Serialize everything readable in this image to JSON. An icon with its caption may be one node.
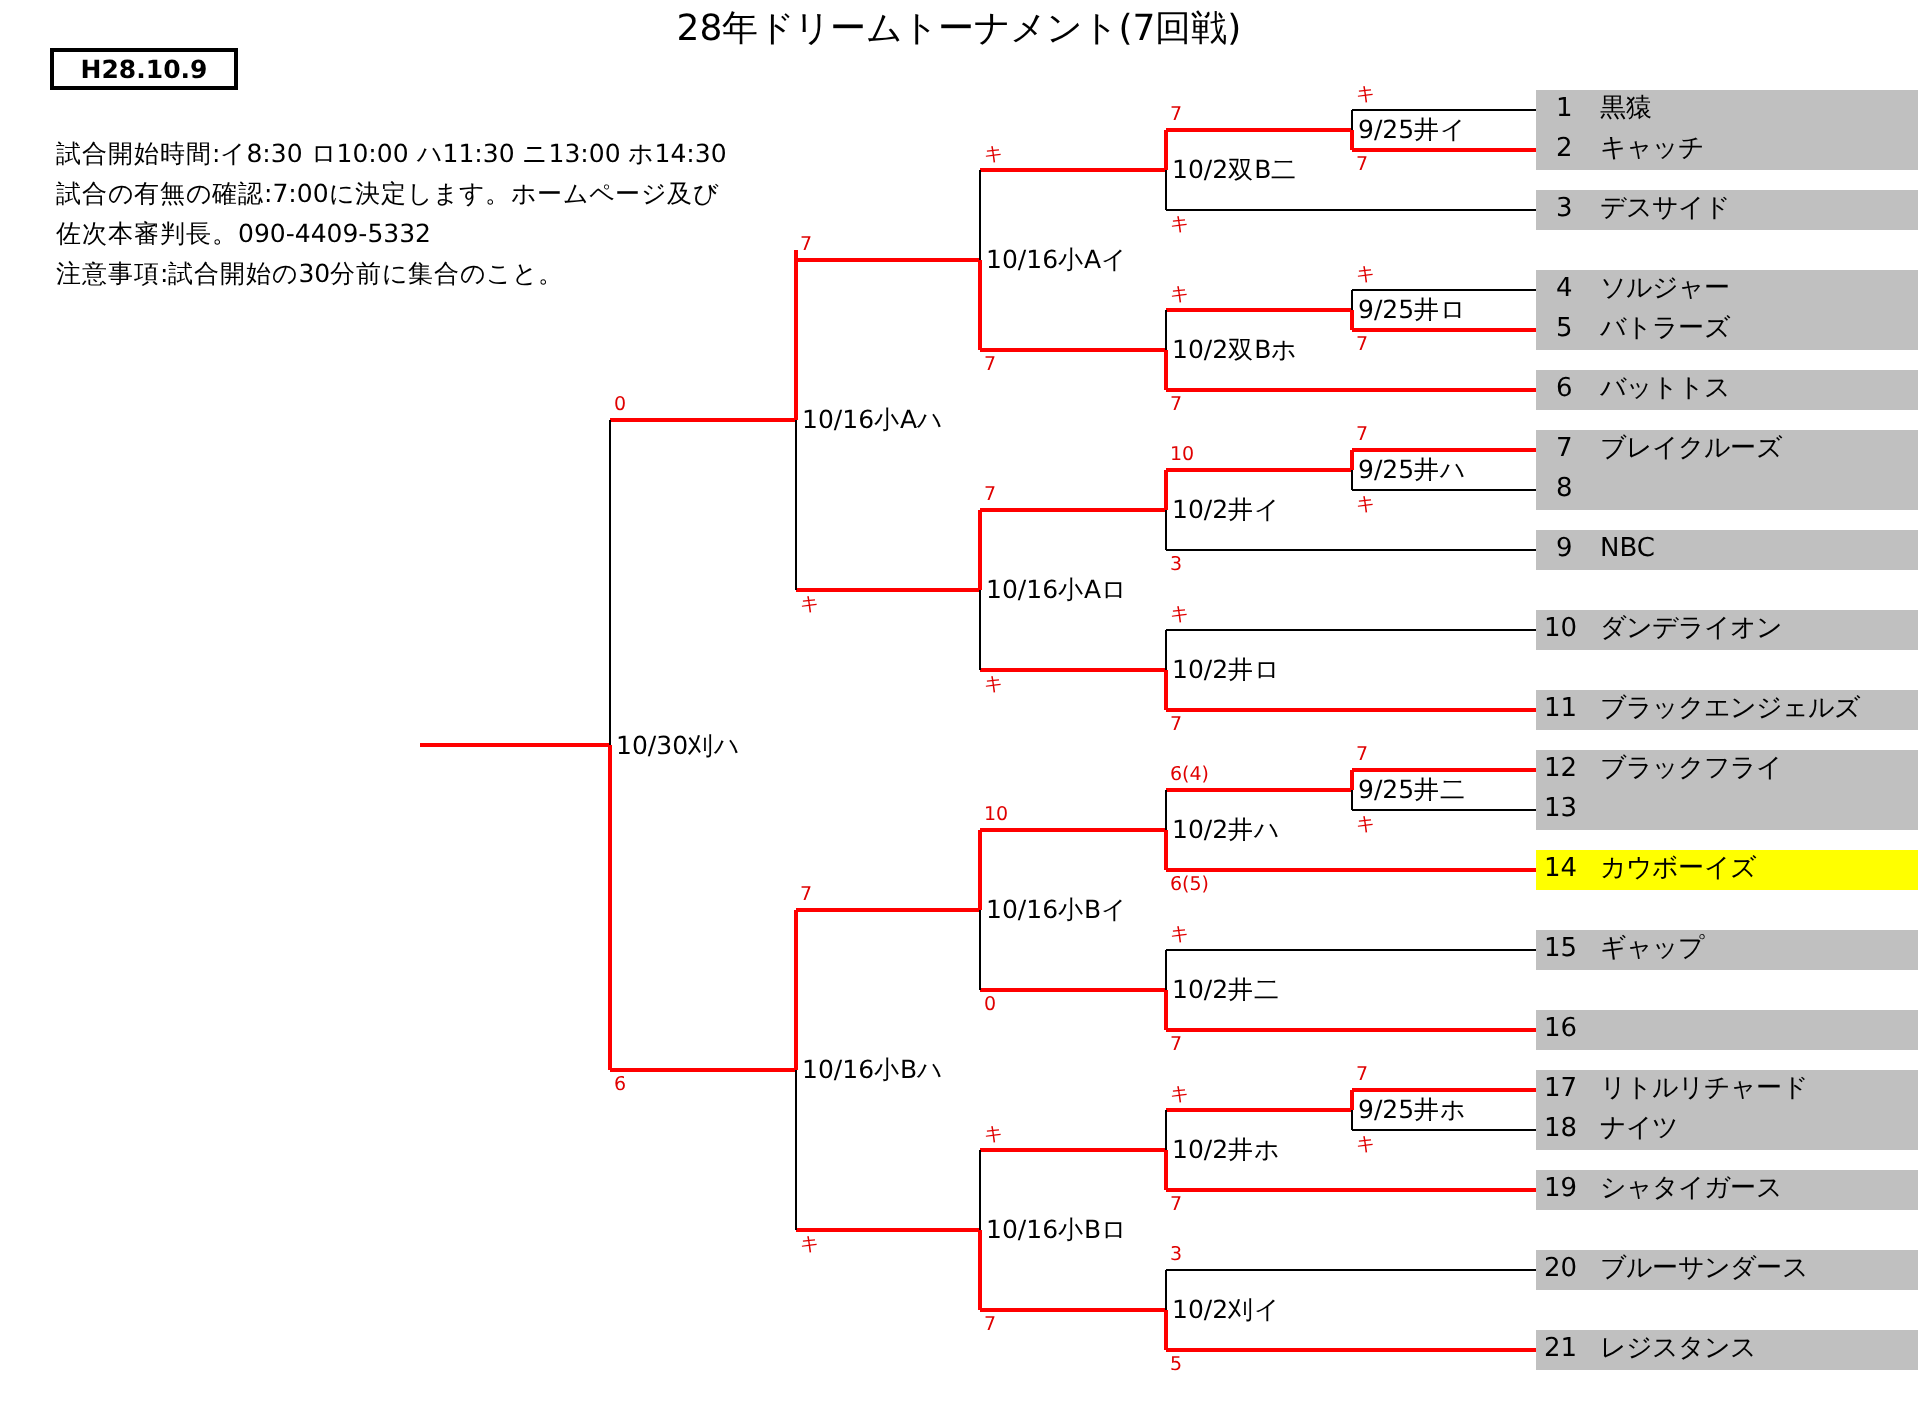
{
  "diagram": {
    "title": "28年ドリームトーナメント(7回戦)",
    "nodes": [
      {
        "text": [
          "H28.10.9"
        ]
      },
      {
        "text": [
          "10/30刈ハ"
        ]
      },
      {
        "text": [
          "10/16小Aハ"
        ]
      },
      {
        "text": [
          "10/16小Aイ"
        ]
      },
      {
        "text": [
          "10/2双B二"
        ]
      },
      {
        "text": [
          "9/25井イ"
        ]
      },
      {
        "text": [
          "10/2双Bホ"
        ]
      },
      {
        "text": [
          "9/25井ロ"
        ]
      },
      {
        "text": [
          "10/16小Aロ"
        ]
      },
      {
        "text": [
          "10/2井イ"
        ]
      },
      {
        "text": [
          "9/25井ハ"
        ]
      },
      {
        "text": [
          "10/2井ロ"
        ]
      },
      {
        "text": [
          "10/16小Bハ"
        ]
      },
      {
        "text": [
          "10/16小Bイ"
        ]
      },
      {
        "text": [
          "10/2井ハ"
        ]
      },
      {
        "text": [
          "9/25井二"
        ]
      },
      {
        "text": [
          "10/2井二"
        ]
      },
      {
        "text": [
          "10/16小Bロ"
        ]
      },
      {
        "text": [
          "10/2井ホ"
        ]
      },
      {
        "text": [
          "9/25井ホ"
        ]
      },
      {
        "text": [
          "10/2刈イ"
        ]
      },
      {
        "text": [
          "1",
          "黒猿"
        ]
      },
      {
        "text": [
          "2",
          "キャッチ"
        ]
      },
      {
        "text": [
          "3",
          "デスサイド"
        ]
      },
      {
        "text": [
          "4",
          "ソルジャー"
        ]
      },
      {
        "text": [
          "5",
          "バトラーズ"
        ]
      },
      {
        "text": [
          "6",
          "バットトス"
        ]
      },
      {
        "text": [
          "7",
          "ブレイクルーズ"
        ]
      },
      {
        "text": [
          "8"
        ]
      },
      {
        "text": [
          "9",
          "NBC"
        ]
      },
      {
        "text": [
          "10",
          "ダンデライオン"
        ]
      },
      {
        "text": [
          "11",
          "ブラックエンジェルズ"
        ]
      },
      {
        "text": [
          "12",
          "ブラックフライ"
        ]
      },
      {
        "text": [
          "13"
        ]
      },
      {
        "text": [
          "14",
          "カウボーイズ"
        ]
      },
      {
        "text": [
          "15",
          "ギャップ"
        ]
      },
      {
        "text": [
          "16"
        ]
      },
      {
        "text": [
          "17",
          "リトルリチャード"
        ]
      },
      {
        "text": [
          "18",
          "ナイツ"
        ]
      },
      {
        "text": [
          "19",
          "シャタイガース"
        ]
      },
      {
        "text": [
          "20",
          "ブルーサンダース"
        ]
      },
      {
        "text": [
          "21",
          "レジスタンス"
        ]
      }
    ],
    "edges": [
      {
        "from": 21,
        "to": 5,
        "arrow": "none",
        "label": "キ",
        "color": "#000000"
      },
      {
        "from": 22,
        "to": 5,
        "arrow": "none",
        "label": "7"
      },
      {
        "from": 5,
        "to": 4,
        "arrow": "none",
        "label": "7"
      },
      {
        "from": 23,
        "to": 4,
        "arrow": "none",
        "label": "キ",
        "color": "#000000"
      },
      {
        "from": 4,
        "to": 3,
        "arrow": "none",
        "label": "キ"
      },
      {
        "from": 24,
        "to": 7,
        "arrow": "none",
        "label": "キ",
        "color": "#000000"
      },
      {
        "from": 25,
        "to": 7,
        "arrow": "none",
        "label": "7"
      },
      {
        "from": 7,
        "to": 6,
        "arrow": "none",
        "label": "キ"
      },
      {
        "from": 26,
        "to": 6,
        "arrow": "none",
        "label": "7"
      },
      {
        "from": 6,
        "to": 3,
        "arrow": "none",
        "label": "7"
      },
      {
        "from": 3,
        "to": 2,
        "arrow": "none",
        "label": "7"
      },
      {
        "from": 27,
        "to": 10,
        "arrow": "none",
        "label": "7"
      },
      {
        "from": 28,
        "to": 10,
        "arrow": "none",
        "label": "キ",
        "color": "#000000"
      },
      {
        "from": 10,
        "to": 9,
        "arrow": "none",
        "label": "10"
      },
      {
        "from": 29,
        "to": 9,
        "arrow": "none",
        "label": "3",
        "color": "#000000"
      },
      {
        "from": 9,
        "to": 8,
        "arrow": "none",
        "label": "7"
      },
      {
        "from": 30,
        "to": 11,
        "arrow": "none",
        "label": "キ",
        "color": "#000000"
      },
      {
        "from": 31,
        "to": 11,
        "arrow": "none",
        "label": "7"
      },
      {
        "from": 11,
        "to": 8,
        "arrow": "none",
        "label": "キ"
      },
      {
        "from": 8,
        "to": 2,
        "arrow": "none",
        "label": "キ"
      },
      {
        "from": 2,
        "to": 1,
        "arrow": "none",
        "label": "0"
      },
      {
        "from": 32,
        "to": 15,
        "arrow": "none",
        "label": "7"
      },
      {
        "from": 33,
        "to": 15,
        "arrow": "none",
        "label": "キ",
        "color": "#000000"
      },
      {
        "from": 15,
        "to": 14,
        "arrow": "none",
        "label": "6(4)"
      },
      {
        "from": 34,
        "to": 14,
        "arrow": "none",
        "label": "6(5)"
      },
      {
        "from": 14,
        "to": 13,
        "arrow": "none",
        "label": "10"
      },
      {
        "from": 35,
        "to": 16,
        "arrow": "none",
        "label": "キ",
        "color": "#000000"
      },
      {
        "from": 36,
        "to": 16,
        "arrow": "none",
        "label": "7"
      },
      {
        "from": 16,
        "to": 13,
        "arrow": "none",
        "label": "0"
      },
      {
        "from": 13,
        "to": 12,
        "arrow": "none",
        "label": "7"
      },
      {
        "from": 37,
        "to": 19,
        "arrow": "none",
        "label": "7"
      },
      {
        "from": 38,
        "to": 19,
        "arrow": "none",
        "label": "キ",
        "color": "#000000"
      },
      {
        "from": 19,
        "to": 18,
        "arrow": "none",
        "label": "キ"
      },
      {
        "from": 39,
        "to": 18,
        "arrow": "none",
        "label": "7"
      },
      {
        "from": 18,
        "to": 17,
        "arrow": "none",
        "label": "キ"
      },
      {
        "from": 40,
        "to": 20,
        "arrow": "none",
        "label": "3",
        "color": "#000000"
      },
      {
        "from": 41,
        "to": 20,
        "arrow": "none",
        "label": "5"
      },
      {
        "from": 20,
        "to": 17,
        "arrow": "none",
        "label": "7"
      },
      {
        "from": 17,
        "to": 12,
        "arrow": "none",
        "label": "キ"
      },
      {
        "from": 12,
        "to": 1,
        "arrow": "none",
        "label": "6"
      },
      {
        "from": 1,
        "to": null,
        "arrow": "none"
      }
    ],
    "labels": [
      "試合開始時間:イ8:30 ロ10:00 ハ11:30 ニ13:00 ホ14:30",
      "試合の有無の確認:7:00に決定します。ホームページ及び佐次本審判長。090-4409-5332",
      "注意事項:試合開始の30分前に集合のこと。"
    ]
  }
}
